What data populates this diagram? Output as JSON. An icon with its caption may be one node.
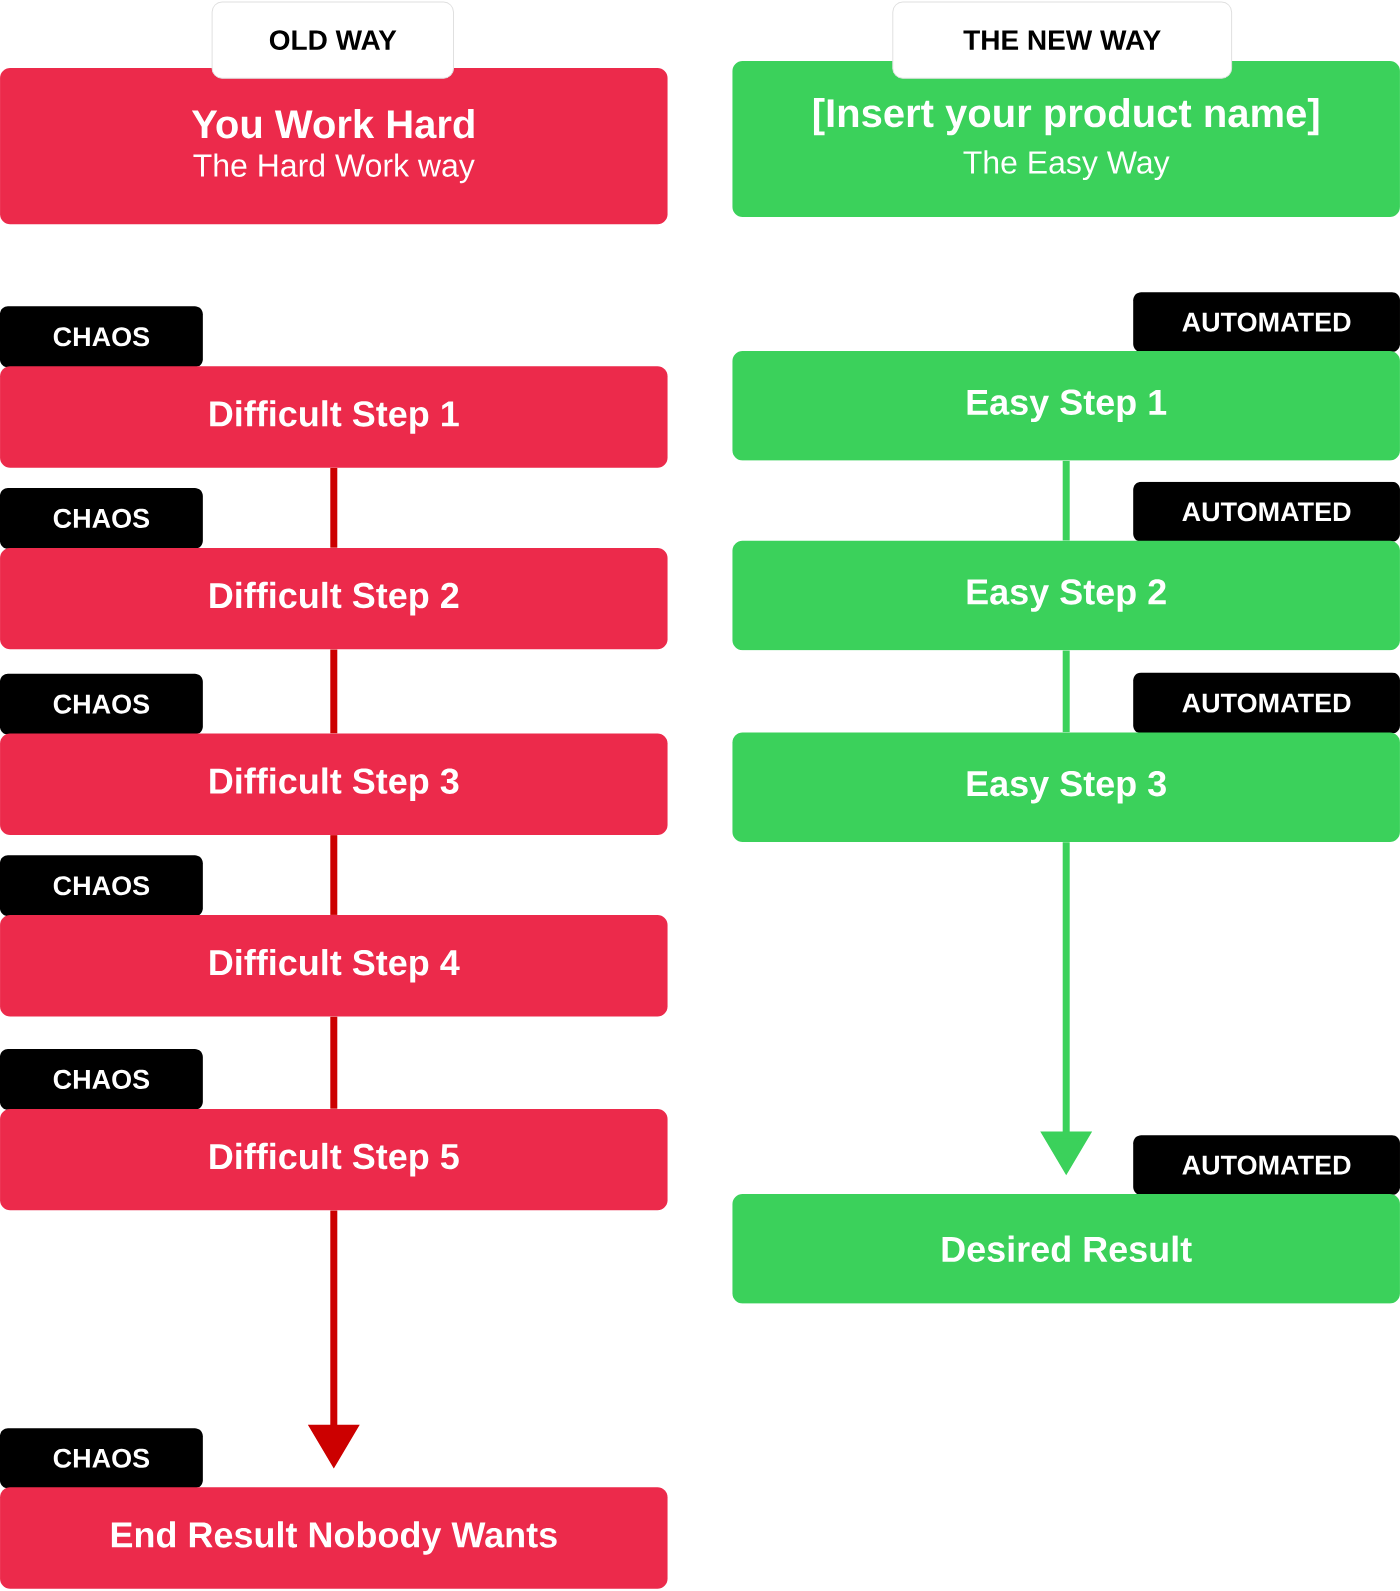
{
  "diagram": {
    "nodes": [
      {
        "text": [
          "OLD WAY"
        ]
      },
      {
        "text": [
          "You Work Hard",
          "The Hard Work way"
        ]
      },
      {
        "text": [
          "THE NEW WAY"
        ]
      },
      {
        "text": [
          "[Insert your product name]",
          "The Easy Way"
        ]
      },
      {
        "text": [
          "CHAOS"
        ]
      },
      {
        "text": [
          "Difficult Step 1"
        ]
      },
      {
        "text": [
          "CHAOS"
        ]
      },
      {
        "text": [
          "Difficult Step 2"
        ]
      },
      {
        "text": [
          "CHAOS"
        ]
      },
      {
        "text": [
          "Difficult Step 3"
        ]
      },
      {
        "text": [
          "CHAOS"
        ]
      },
      {
        "text": [
          "Difficult Step 4"
        ]
      },
      {
        "text": [
          "CHAOS"
        ]
      },
      {
        "text": [
          "Difficult Step 5"
        ]
      },
      {
        "text": [
          "CHAOS"
        ]
      },
      {
        "text": [
          "End Result Nobody Wants"
        ]
      },
      {
        "text": [
          "AUTOMATED"
        ]
      },
      {
        "text": [
          "Easy Step 1"
        ]
      },
      {
        "text": [
          "AUTOMATED"
        ]
      },
      {
        "text": [
          "Easy Step 2"
        ]
      },
      {
        "text": [
          "AUTOMATED"
        ]
      },
      {
        "text": [
          "Easy Step 3"
        ]
      },
      {
        "text": [
          "AUTOMATED"
        ]
      },
      {
        "text": [
          "Desired Result"
        ]
      }
    ],
    "edges": [
      {
        "from": 5,
        "to": 7,
        "arrow": "none",
        "color": "#cc0000"
      },
      {
        "from": 7,
        "to": 9,
        "arrow": "none",
        "color": "#cc0000"
      },
      {
        "from": 9,
        "to": 11,
        "arrow": "none",
        "color": "#cc0000"
      },
      {
        "from": 11,
        "to": 13,
        "arrow": "none",
        "color": "#cc0000"
      },
      {
        "from": 13,
        "to": 15,
        "arrow": "to",
        "color": "#cc0000"
      },
      {
        "from": 17,
        "to": 19,
        "arrow": "none",
        "color": "#3bd15b"
      },
      {
        "from": 19,
        "to": 21,
        "arrow": "none",
        "color": "#3bd15b"
      },
      {
        "from": 21,
        "to": 23,
        "arrow": "to",
        "color": "#3bd15b"
      }
    ]
  }
}
